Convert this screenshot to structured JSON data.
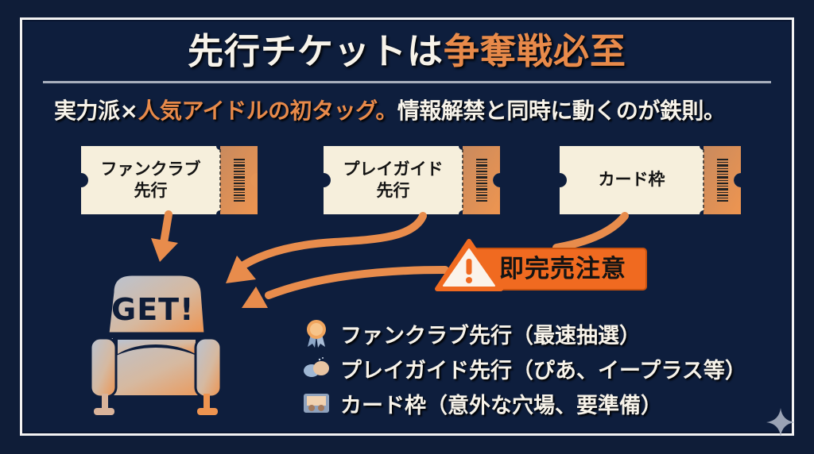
{
  "title": {
    "prefix": "先行チケットは",
    "accent": "争奪戦必至"
  },
  "subtitle": {
    "prefix": "実力派×",
    "accent": "人気アイドルの初タッグ。",
    "suffix": "情報解禁と同時に動くのが鉄則。"
  },
  "tickets": [
    {
      "label": "ファンクラブ\n先行"
    },
    {
      "label": "プレイガイド\n先行"
    },
    {
      "label": "カード枠"
    }
  ],
  "warning": {
    "label": "即完売注意",
    "icon": "warning-triangle-icon"
  },
  "seat": {
    "label": "GET!",
    "icon": "armchair-icon"
  },
  "legend": [
    {
      "icon": "medal-icon",
      "text": "ファンクラブ先行（最速抽選）"
    },
    {
      "icon": "ticket-hands-icon",
      "text": "プレイガイド先行（ぴあ、イープラス等）"
    },
    {
      "icon": "card-icon",
      "text": "カード枠（意外な穴場、要準備）"
    }
  ],
  "colors": {
    "background": "#0e1e3d",
    "accent": "#e88a4a",
    "warning": "#f06a20",
    "ticket_body": "#f6efdc",
    "ticket_stub": "#e59455",
    "text_light": "#f7f3ea"
  }
}
